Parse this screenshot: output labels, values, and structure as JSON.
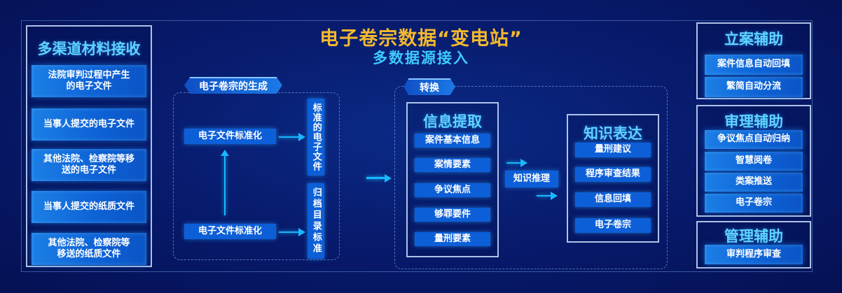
{
  "header": {
    "title": "电子卷宗数据“变电站”",
    "subtitle": "多数据源接入"
  },
  "left": {
    "title": "多渠道材料接收",
    "items": [
      "法院审判过程中产生\n的电子文件",
      "当事人提交的电子文件",
      "其他法院、检察院等移\n送的电子文件",
      "当事人提交的纸质文件",
      "其他法院、检察院等\n移送的纸质文件"
    ]
  },
  "generation": {
    "tab": "电子卷宗的生成",
    "standardize_top": "电子文件标准化",
    "standardize_bottom": "电子文件标准化",
    "vertical_top": "标准的电子文件",
    "vertical_bottom": "归档目录标准"
  },
  "conversion": {
    "tab": "转换",
    "extract": {
      "title": "信息提取",
      "items": [
        "案件基本信息",
        "案情要素",
        "争议焦点",
        "够罪要件",
        "量刑要素"
      ]
    },
    "reasoning": "知识推理",
    "express": {
      "title": "知识表达",
      "items": [
        "量刑建议",
        "程序审查结果",
        "信息回填",
        "电子卷宗"
      ]
    }
  },
  "right": {
    "filing": {
      "title": "立案辅助",
      "items": [
        "案件信息自动回填",
        "繁简自动分流"
      ]
    },
    "trial": {
      "title": "审理辅助",
      "items": [
        "争议焦点自动归纳",
        "智慧阅卷",
        "类案推送",
        "电子卷宗"
      ]
    },
    "management": {
      "title": "管理辅助",
      "items": [
        "审判程序审查"
      ]
    }
  },
  "colors": {
    "accent_title": "#f3b92e",
    "cyan": "#5fd4ff",
    "button": "#1670e0"
  }
}
